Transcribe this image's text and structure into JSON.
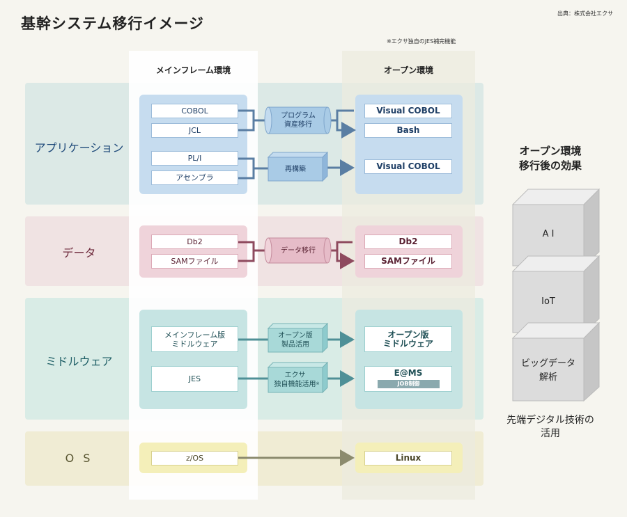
{
  "title": "基幹システム移行イメージ",
  "source": "出典：株式会社エクサ",
  "note": "※エクサ独自のJES補完機能",
  "columns": {
    "mainframe": "メインフレーム環境",
    "open": "オープン環境"
  },
  "bands": {
    "application": {
      "label": "アプリケーション",
      "mainframe_items": [
        "COBOL",
        "JCL",
        "PL/I",
        "アセンブラ"
      ],
      "process_1": "プログラム\n資産移行",
      "process_2": "再構築",
      "open_items": [
        "Visual COBOL",
        "Bash",
        "Visual COBOL"
      ]
    },
    "data": {
      "label": "データ",
      "mainframe_items": [
        "Db2",
        "SAMファイル"
      ],
      "process": "データ移行",
      "open_items": [
        "Db2",
        "SAMファイル"
      ]
    },
    "middleware": {
      "label": "ミドルウェア",
      "mainframe_items": [
        "メインフレーム版\nミドルウェア",
        "JES"
      ],
      "process_1": "オープン版\n製品活用",
      "process_2": "エクサ\n独自機能活用",
      "process_2_mark": "※",
      "open_items": [
        "オープン版\nミドルウェア",
        "E@MS"
      ],
      "open_tag": "JOB制御"
    },
    "os": {
      "label": "O S",
      "mainframe_item": "z/OS",
      "open_item": "Linux"
    }
  },
  "effects": {
    "title": "オープン環境\n移行後の効果",
    "cubes": [
      "A I",
      "IoT",
      "ビッグデータ\n解析"
    ],
    "footer": "先端デジタル技術の\n活用"
  },
  "colors": {
    "app_band": "#dce9e6",
    "app_group": "#c6dcef",
    "app_border": "#7fa6cc",
    "app_arrow": "#5a7ea3",
    "data_band": "#f0e3e3",
    "data_group": "#efd3da",
    "data_border": "#c48b9c",
    "data_arrow": "#8e4a5e",
    "mw_band": "#d9ece6",
    "mw_group": "#c6e4e3",
    "mw_border": "#78b3b6",
    "mw_arrow": "#4f9097",
    "os_band": "#f0ecd4",
    "os_group": "#f4efb9",
    "os_border": "#c8c17d",
    "os_arrow": "#8c8b6e",
    "cube": "#dcdcdc"
  }
}
